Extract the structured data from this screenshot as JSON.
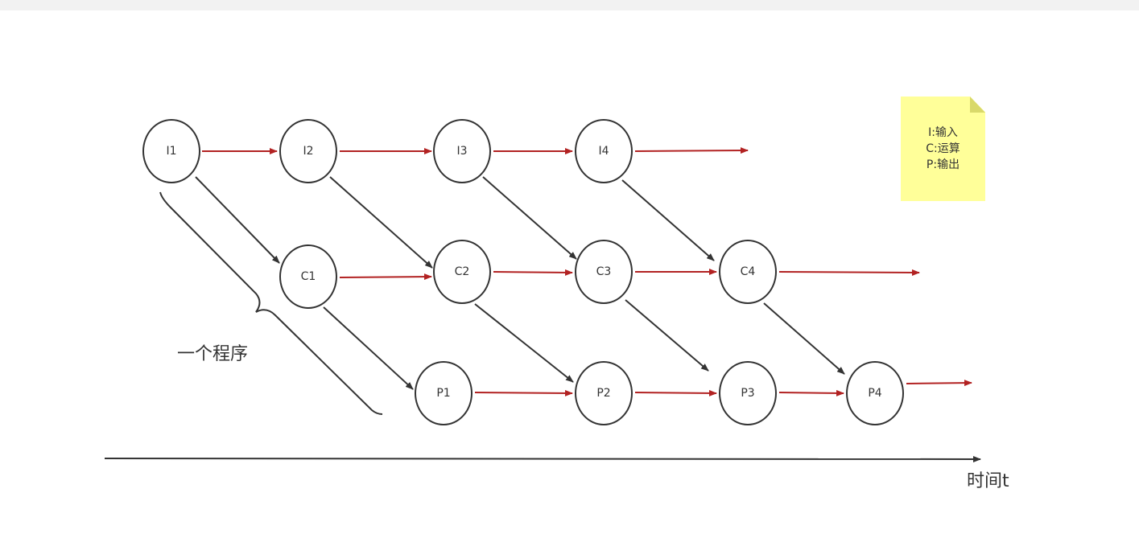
{
  "colors": {
    "node_border": "#333333",
    "flow_arrow": "#b22222",
    "dep_arrow": "#333333",
    "note_bg": "#ffff99"
  },
  "nodes": {
    "I1": "I1",
    "I2": "I2",
    "I3": "I3",
    "I4": "I4",
    "C1": "C1",
    "C2": "C2",
    "C3": "C3",
    "C4": "C4",
    "P1": "P1",
    "P2": "P2",
    "P3": "P3",
    "P4": "P4"
  },
  "note": {
    "line1": "I:输入",
    "line2": "C:运算",
    "line3": "P:输出"
  },
  "labels": {
    "program": "一个程序",
    "time_axis": "时间t"
  }
}
